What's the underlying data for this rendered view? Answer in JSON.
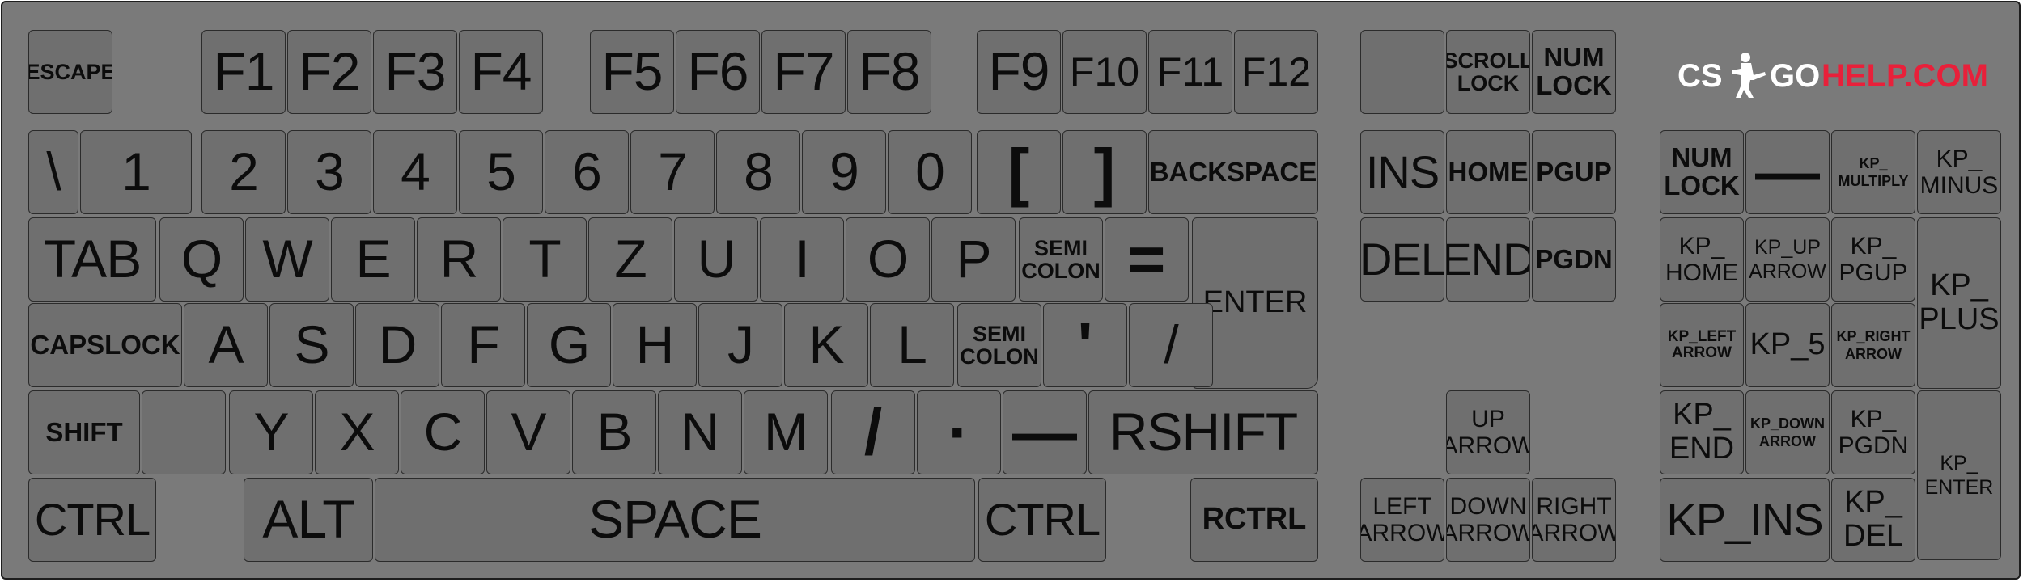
{
  "brand": {
    "logo_text_white": "CS",
    "logo_text_white2": "GO",
    "logo_text_red": "HELP.COM",
    "logo_color_white": "#ffffff",
    "logo_color_red": "#e8203a"
  },
  "colors": {
    "board": "#7a7a7a",
    "key": "#6f6f6f",
    "border": "#2b2b2b"
  },
  "keys": {
    "escape": "ESCAPE",
    "f1": "F1",
    "f2": "F2",
    "f3": "F3",
    "f4": "F4",
    "f5": "F5",
    "f6": "F6",
    "f7": "F7",
    "f8": "F8",
    "f9": "F9",
    "f10": "F10",
    "f11": "F11",
    "f12": "F12",
    "blank_top": "",
    "scroll_lock": "SCROLL\nLOCK",
    "num_lock_top": "NUM\nLOCK",
    "backslash": "\\",
    "d1": "1",
    "d2": "2",
    "d3": "3",
    "d4": "4",
    "d5": "5",
    "d6": "6",
    "d7": "7",
    "d8": "8",
    "d9": "9",
    "d0": "0",
    "lbracket": "[",
    "rbracket": "]",
    "backspace": "BACKSPACE",
    "ins": "INS",
    "home": "HOME",
    "pgup": "PGUP",
    "kp_numlock": "NUM\nLOCK",
    "kp_slash": "—",
    "kp_multiply": "KP_\nMULTIPLY",
    "kp_minus": "KP_\nMINUS",
    "tab": "TAB",
    "q": "Q",
    "w": "W",
    "e": "E",
    "r": "R",
    "t": "T",
    "z": "Z",
    "u": "U",
    "i": "I",
    "o": "O",
    "p": "P",
    "semicolon1": "SEMI\nCOLON",
    "equals": "=",
    "enter": "ENTER",
    "del": "DEL",
    "end": "END",
    "pgdn": "PGDN",
    "kp_home": "KP_\nHOME",
    "kp_uparrow": "KP_UP\nARROW",
    "kp_pgup": "KP_\nPGUP",
    "kp_plus": "KP_\nPLUS",
    "capslock": "CAPSLOCK",
    "a": "A",
    "s": "S",
    "d": "D",
    "f": "F",
    "g": "G",
    "h": "H",
    "j": "J",
    "k": "K",
    "l": "L",
    "semicolon2": "SEMI\nCOLON",
    "apostrophe": "'",
    "slash": "/",
    "kp_leftarrow": "KP_LEFT\nARROW",
    "kp_5": "KP_5",
    "kp_rightarrow": "KP_RIGHT\nARROW",
    "shift": "SHIFT",
    "blank_shift": "",
    "y": "Y",
    "x": "X",
    "c": "C",
    "v": "V",
    "b": "B",
    "n": "N",
    "m": "M",
    "comma": "/",
    "period": "·",
    "minus": "—",
    "rshift": "RSHIFT",
    "uparrow": "UP\nARROW",
    "kp_end": "KP_\nEND",
    "kp_downarrow": "KP_DOWN\nARROW",
    "kp_pgdn": "KP_\nPGDN",
    "kp_enter": "KP_\nENTER",
    "ctrl": "CTRL",
    "alt": "ALT",
    "space": "SPACE",
    "ctrl2": "CTRL",
    "rctrl": "RCTRL",
    "leftarrow": "LEFT\nARROW",
    "downarrow": "DOWN\nARROW",
    "rightarrow": "RIGHT\nARROW",
    "kp_ins": "KP_INS",
    "kp_del": "KP_\nDEL"
  }
}
